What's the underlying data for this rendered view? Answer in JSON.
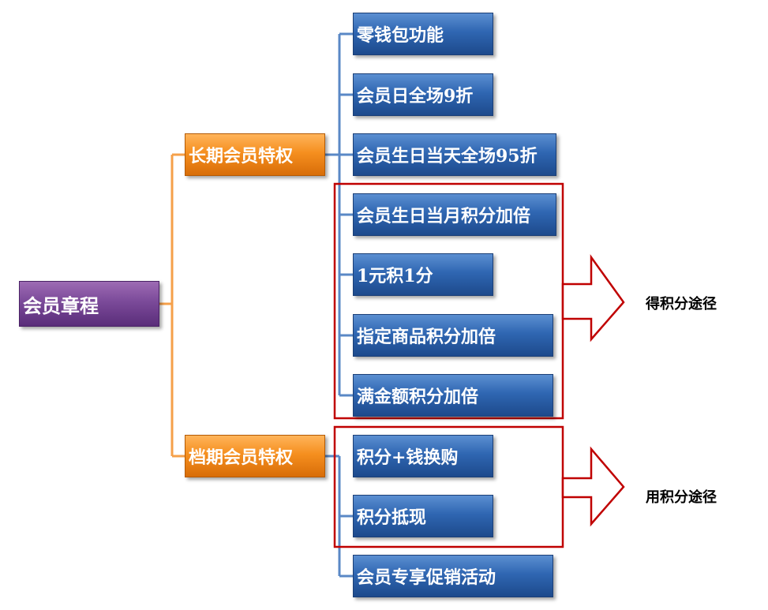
{
  "root": {
    "label": "会员章程"
  },
  "branches": [
    {
      "label": "长期会员特权",
      "items": [
        "零钱包功能",
        "会员日全场9折",
        "会员生日当天全场95折",
        "会员生日当月积分加倍",
        "1元积1分",
        "指定商品积分加倍",
        "满金额积分加倍"
      ]
    },
    {
      "label": "档期会员特权",
      "items": [
        "积分+钱换购",
        "积分抵现",
        "会员专享促销活动"
      ]
    }
  ],
  "callouts": {
    "earn": "得积分途径",
    "use": "用积分途径"
  },
  "colors": {
    "root": "#7b4a99",
    "branch": "#f58f1f",
    "leaf": "#2f66b2",
    "branch_connector": "#f5a04a",
    "leaf_connector": "#5a88c6",
    "highlight": "#c00000"
  }
}
